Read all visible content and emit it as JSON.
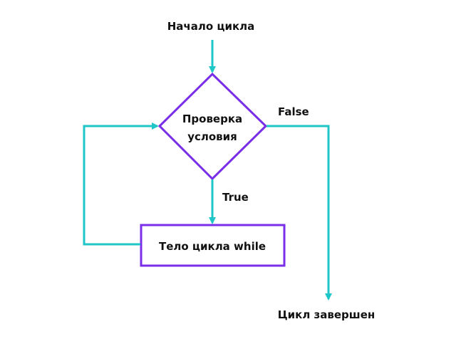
{
  "nodes": {
    "start": "Начало цикла",
    "condition_line1": "Проверка",
    "condition_line2": "условия",
    "body": "Тело цикла while",
    "end": "Цикл завершен"
  },
  "edges": {
    "true_label": "True",
    "false_label": "False"
  },
  "colors": {
    "arrow": "#1fc6c8",
    "shape_border": "#7a2ee8"
  }
}
